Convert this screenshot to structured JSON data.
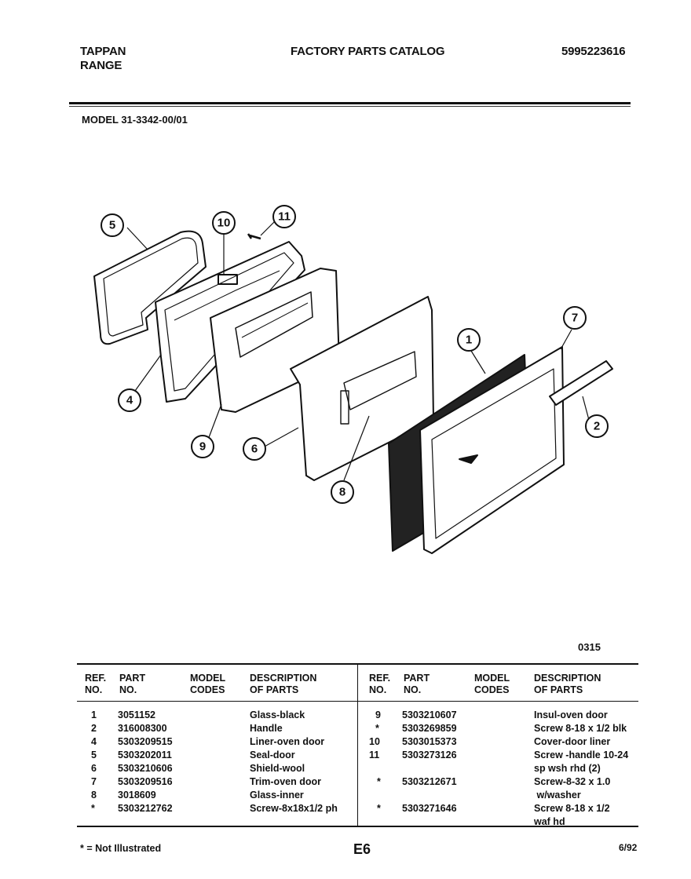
{
  "header": {
    "brand_line1": "TAPPAN",
    "brand_line2": "RANGE",
    "title": "FACTORY PARTS CATALOG",
    "catalog_number": "5995223616",
    "model": "MODEL 31-3342-00/01"
  },
  "diagram": {
    "callouts": [
      "5",
      "10",
      "11",
      "4",
      "9",
      "6",
      "1",
      "7",
      "2",
      "8"
    ],
    "code": "0315"
  },
  "table": {
    "headers": {
      "ref_1": "REF.",
      "ref_2": "NO.",
      "part_1": "PART",
      "part_2": "NO.",
      "model_1": "MODEL",
      "model_2": "CODES",
      "desc_1": "DESCRIPTION",
      "desc_2": "OF PARTS"
    },
    "left_rows": [
      {
        "ref": "1",
        "part": "3051152",
        "desc": "Glass-black"
      },
      {
        "ref": "2",
        "part": "316008300",
        "desc": "Handle"
      },
      {
        "ref": "4",
        "part": "5303209515",
        "desc": "Liner-oven door"
      },
      {
        "ref": "5",
        "part": "5303202011",
        "desc": "Seal-door"
      },
      {
        "ref": "6",
        "part": "5303210606",
        "desc": "Shield-wool"
      },
      {
        "ref": "7",
        "part": "5303209516",
        "desc": "Trim-oven door"
      },
      {
        "ref": "8",
        "part": "3018609",
        "desc": "Glass-inner"
      },
      {
        "ref": "*",
        "part": "5303212762",
        "desc": "Screw-8x18x1/2 ph"
      }
    ],
    "right_rows": [
      {
        "ref": "9",
        "part": "5303210607",
        "desc": "Insul-oven door"
      },
      {
        "ref": "*",
        "part": "5303269859",
        "desc": "Screw 8-18 x 1/2 blk"
      },
      {
        "ref": "10",
        "part": "5303015373",
        "desc": "Cover-door liner"
      },
      {
        "ref": "11",
        "part": "5303273126",
        "desc": "Screw -handle 10-24"
      },
      {
        "ref": "",
        "part": "",
        "desc": "sp wsh rhd (2)"
      },
      {
        "ref": "*",
        "part": "5303212671",
        "desc": "Screw-8-32 x 1.0"
      },
      {
        "ref": "",
        "part": "",
        "desc": " w/washer"
      },
      {
        "ref": "*",
        "part": "5303271646",
        "desc": "Screw 8-18 x 1/2"
      },
      {
        "ref": "",
        "part": "",
        "desc": "waf hd"
      }
    ]
  },
  "footer": {
    "note": "* = Not Illustrated",
    "page": "E6",
    "date": "6/92"
  }
}
